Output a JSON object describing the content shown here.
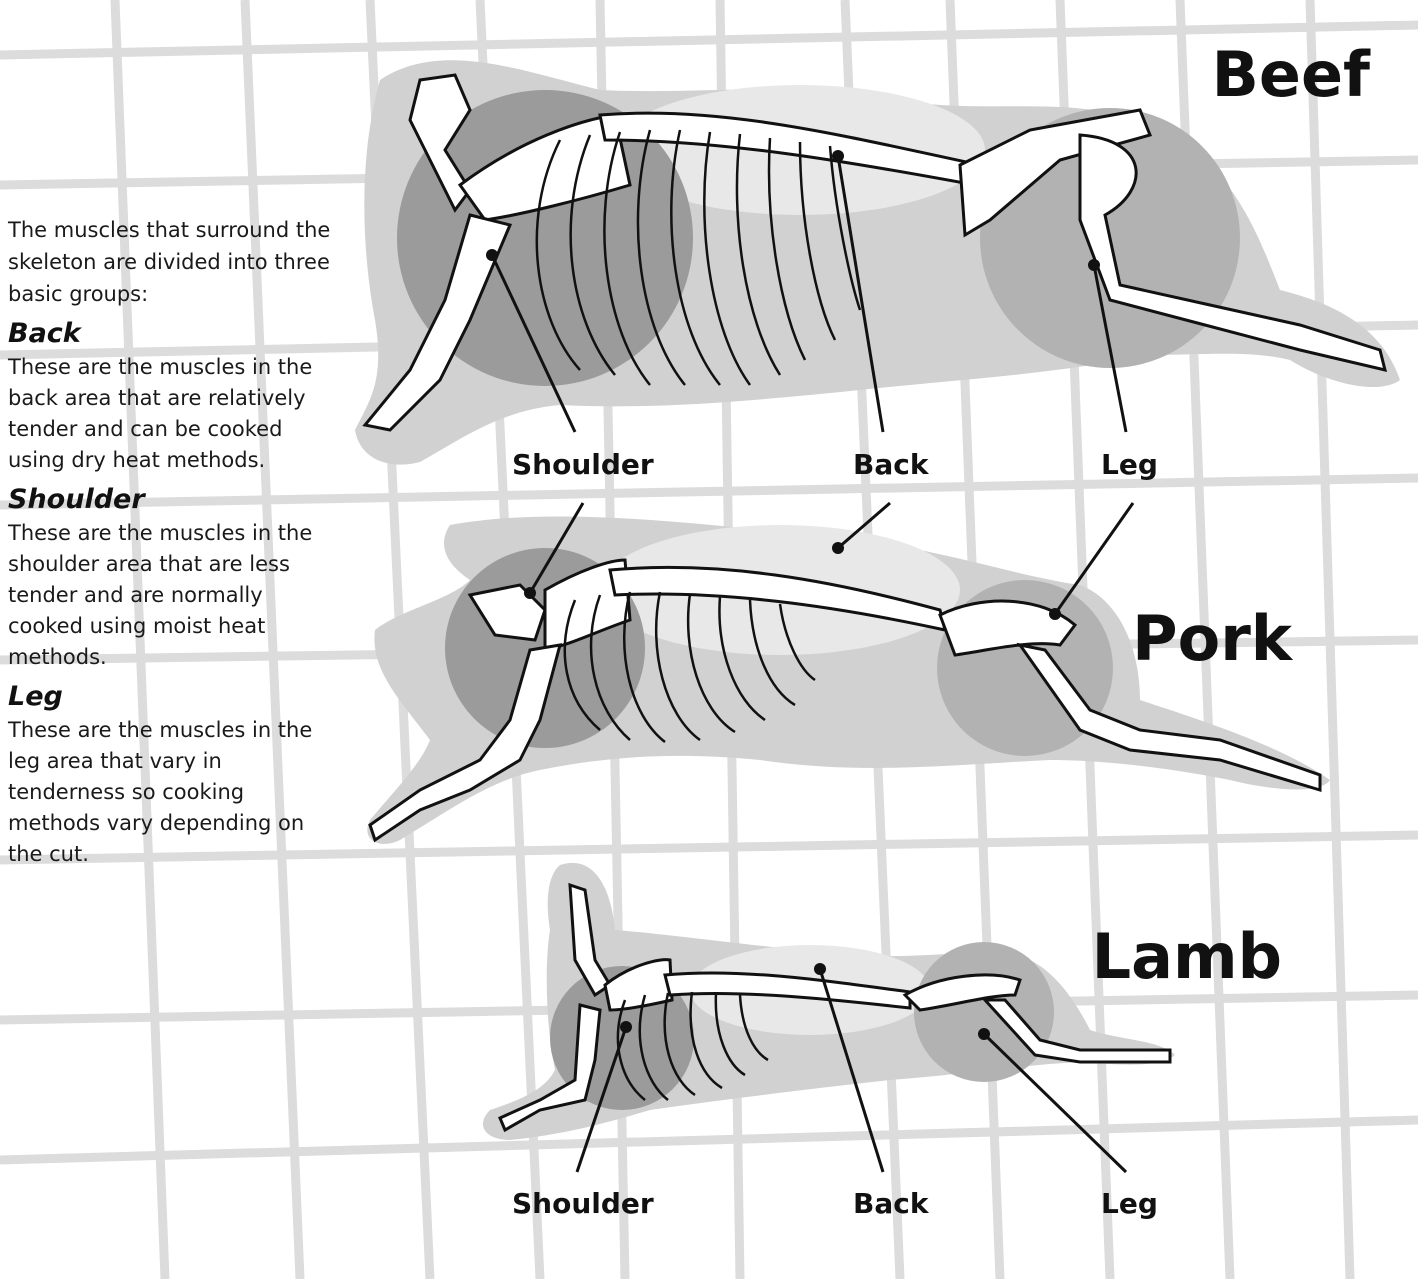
{
  "sidebar": {
    "intro": "The muscles that surround the skeleton are divided into three basic groups:",
    "groups": [
      {
        "heading": "Back",
        "description": "These are the muscles in the back area that are relatively tender and can be cooked using dry heat methods."
      },
      {
        "heading": "Shoulder",
        "description": "These are the muscles in the shoulder area that are less tender and are normally cooked using moist heat methods."
      },
      {
        "heading": "Leg",
        "description": "These are the muscles in the leg area that vary in tenderness so cooking methods vary depending on the cut."
      }
    ]
  },
  "animals": [
    {
      "name": "Beef"
    },
    {
      "name": "Pork"
    },
    {
      "name": "Lamb"
    }
  ],
  "callouts": {
    "upper": {
      "shoulder": "Shoulder",
      "back": "Back",
      "leg": "Leg"
    },
    "lower": {
      "shoulder": "Shoulder",
      "back": "Back",
      "leg": "Leg"
    }
  },
  "colors": {
    "background": "#ffffff",
    "grid_lines": "#d9d9d9",
    "carcass_silhouette": "#d0d0d0",
    "muscle_region_dark": "#9e9e9e",
    "muscle_region_mid": "#b3b3b3",
    "back_region_light": "#e6e6e6",
    "bone": "#ffffff",
    "bone_outline": "#111111",
    "text": "#111111"
  }
}
